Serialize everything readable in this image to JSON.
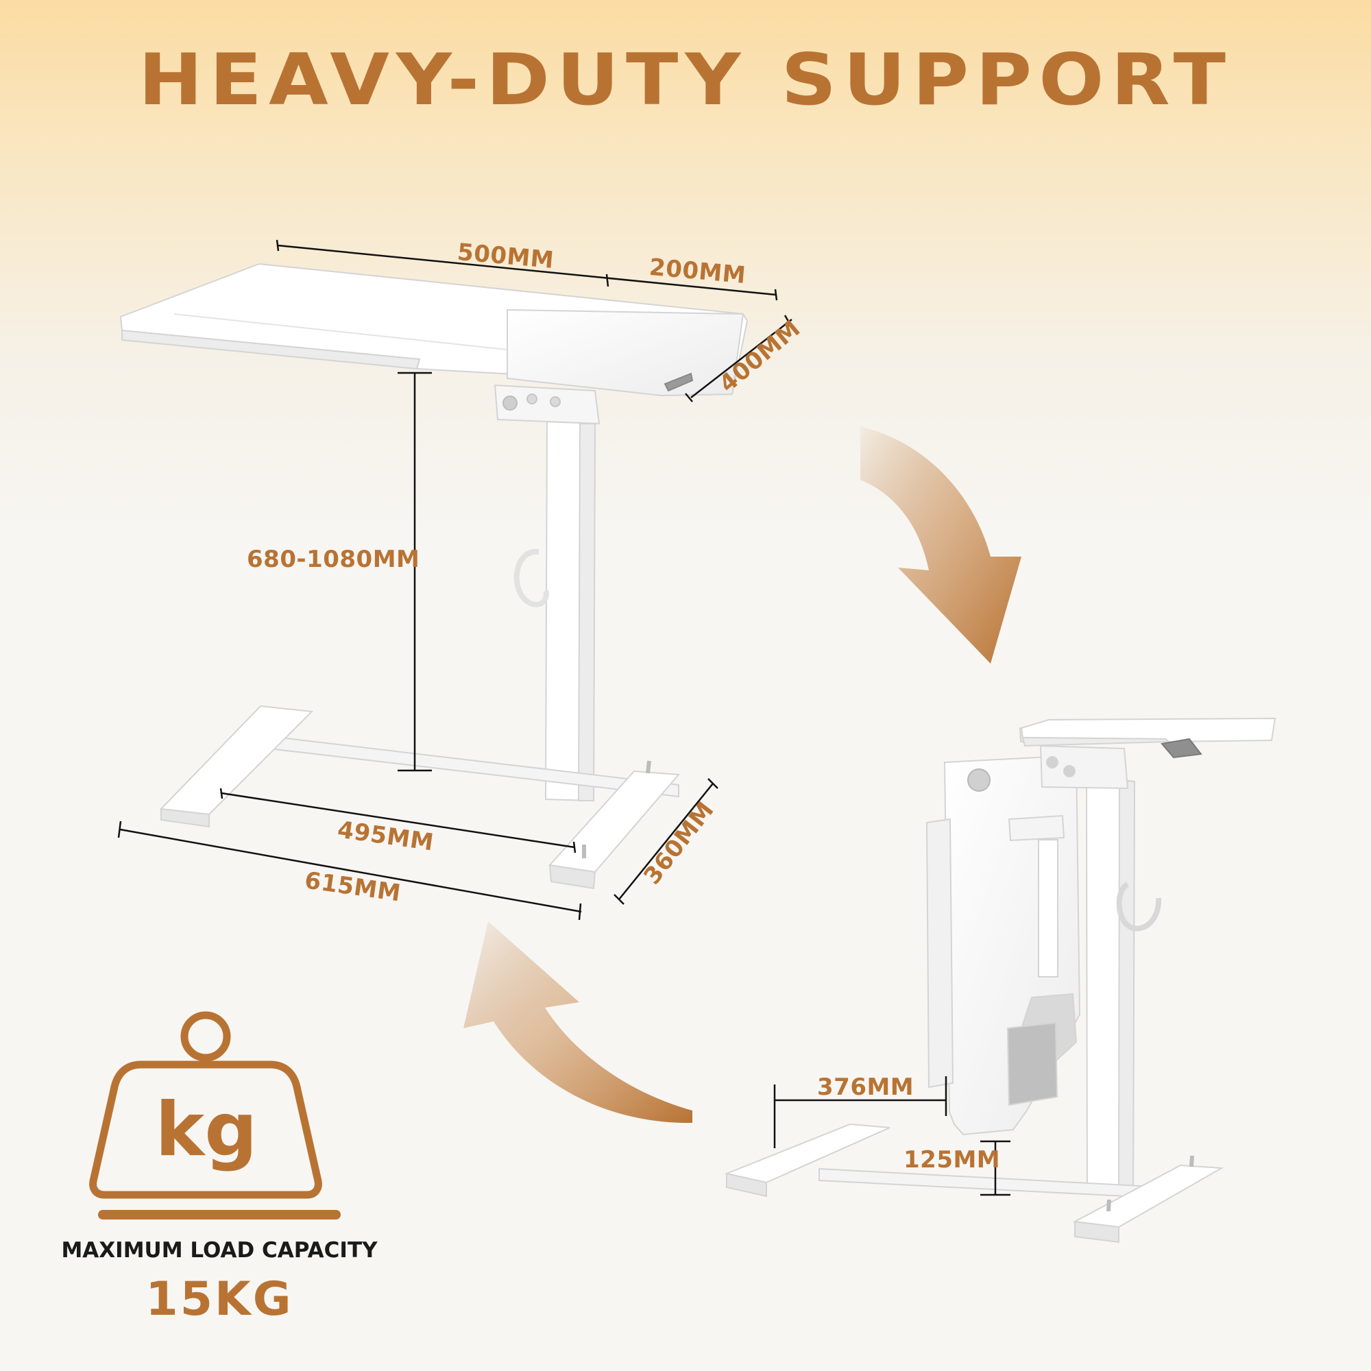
{
  "headline": "HEAVY-DUTY SUPPORT",
  "dimensions": {
    "top_width": "500MM",
    "extension": "200MM",
    "depth": "400MM",
    "height_range": "680-1080MM",
    "base_inner": "495MM",
    "base_outer": "615MM",
    "base_depth": "360MM",
    "folded_clearance": "376MM",
    "folded_floor_gap": "125MM"
  },
  "capacity": {
    "icon_text": "kg",
    "label": "MAXIMUM LOAD CAPACITY",
    "value": "15KG"
  },
  "colors": {
    "accent": "#b87333",
    "text_dark": "#1a1a1a",
    "background_top": "#fbdca3",
    "background": "#f7f6f3"
  },
  "icons": {
    "fold": "curved-arrow-down-icon",
    "unfold": "curved-arrow-up-icon",
    "weight": "kettlebell-weight-icon"
  }
}
